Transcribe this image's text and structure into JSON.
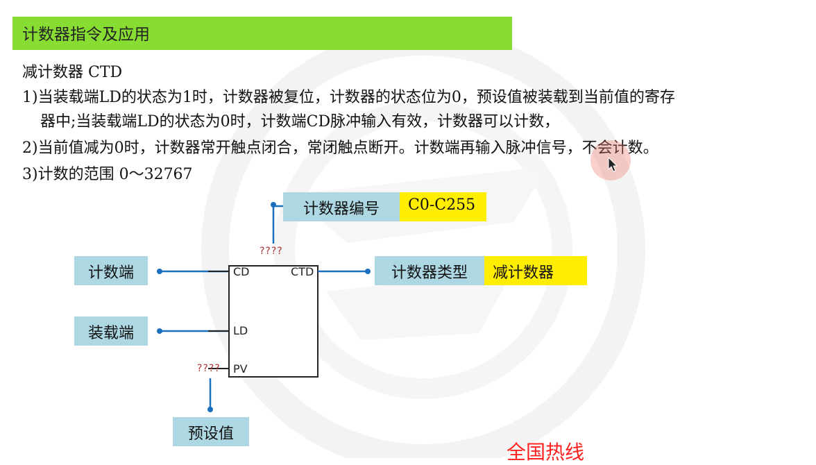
{
  "slide": {
    "title": "计数器指令及应用",
    "lines": [
      "减计数器 CTD",
      "1)当装载端LD的状态为1时，计数器被复位，计数器的状态位为0，预设值被装载到当前值的寄存",
      "器中;当装载端LD的状态为0时，计数端CD脉冲输入有效，计数器可以计数，",
      "2)当前值减为0时，计数器常开触点闭合，常闭触点断开。计数端再输入脉冲信号，不会计数。",
      "3)计数的范围 0～32767"
    ]
  },
  "diagram": {
    "counter_number_label": "计数器编号",
    "counter_number_value": "C0-C255",
    "counter_type_label": "计数器类型",
    "counter_type_value": "减计数器",
    "count_input_label": "计数端",
    "load_input_label": "装载端",
    "preset_label": "预设值",
    "block_pin_cd": "CD",
    "block_pin_ld": "LD",
    "block_pin_pv": "PV",
    "block_type": "CTD",
    "placeholder_top": "????",
    "placeholder_pv": "????"
  },
  "footer": {
    "red_text": "全国热线"
  },
  "colors": {
    "title_bar": "#88dd33",
    "label_box": "#add8e3",
    "value_box": "#ffee00",
    "connector": "#1a6fbf",
    "placeholder": "#b03030"
  }
}
